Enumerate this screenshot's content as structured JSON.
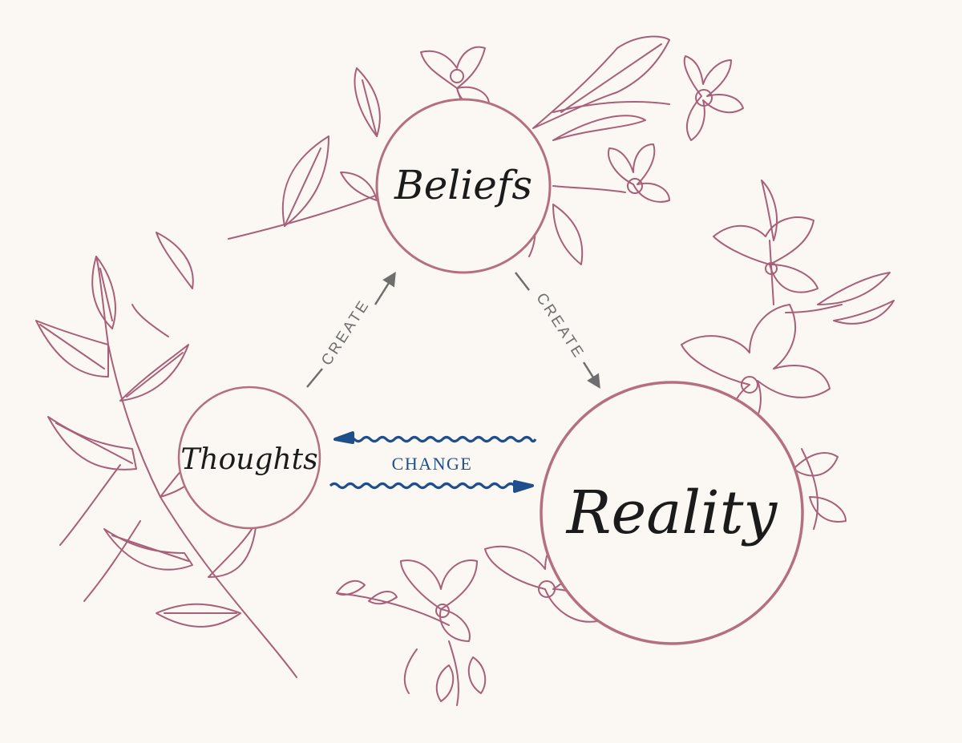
{
  "colors": {
    "background": "#fbf8f3",
    "botanical": "#a8607a",
    "circle": "#b5707f",
    "create_arrow": "#6e6e6e",
    "change_arrow": "#1f4e8c",
    "script_text": "#1b1b1b"
  },
  "nodes": {
    "beliefs": {
      "label": "Beliefs"
    },
    "thoughts": {
      "label": "Thoughts"
    },
    "reality": {
      "label": "Reality"
    }
  },
  "edges": {
    "thoughts_to_beliefs": {
      "label": "CREATE"
    },
    "beliefs_to_reality": {
      "label": "CREATE"
    },
    "reality_thoughts": {
      "label": "CHANGE"
    }
  }
}
